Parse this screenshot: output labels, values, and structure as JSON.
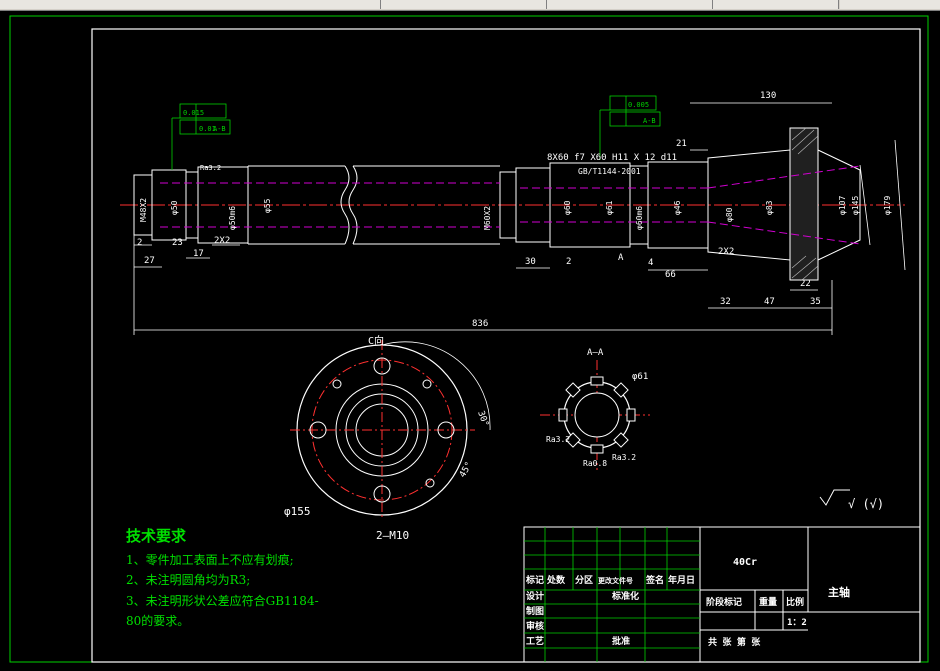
{
  "view_labels": {
    "c_view": "C向",
    "section_aa": "A—A",
    "section_letter": "A"
  },
  "dimensions": {
    "d130": "130",
    "d21": "21",
    "d836": "836",
    "d27": "27",
    "d17": "17",
    "d23": "23",
    "d2": "2",
    "d2b": "2",
    "d2x2a": "2X2",
    "d2x2b": "2X2",
    "d30": "30",
    "d4": "4",
    "d66": "66",
    "d32": "32",
    "d47": "47",
    "d35": "35",
    "d22": "22",
    "m48": "M48X2",
    "m60": "M60X2",
    "phi50": "φ50",
    "phi55": "φ55",
    "phi50m6": "φ50m6",
    "phi60": "φ60",
    "phi61": "φ61",
    "phi60m6": "φ60m6",
    "phi46": "φ46",
    "phi80": "φ80",
    "phi83": "φ83",
    "phi107": "φ107",
    "phi145": "φ145",
    "phi179": "φ179",
    "phi155": "φ155",
    "phi61b": "φ61",
    "m10": "2—M10",
    "ang30": "30°",
    "ang45": "45°",
    "spline": "8X60 f7 X60 H11 X 12 d11",
    "spline_std": "GB/T1144-2001",
    "tol1": "0.015",
    "tol2": "0.01",
    "tol3": "A-B",
    "tol4": "0.005",
    "tol5": "A-B",
    "ra32": "Ra3.2",
    "ra08": "Ra0.8",
    "ra32b": "Ra3.2",
    "ra32c": "Ra3.2"
  },
  "surface_note": "√ (√)",
  "tech_req": {
    "title": "技术要求",
    "items": [
      "1、零件加工表面上不应有划痕;",
      "2、未注明圆角均为R3;",
      "3、未注明形状公差应符合GB1184-80的要求。"
    ]
  },
  "title_block": {
    "material": "40Cr",
    "part_name": "主轴",
    "row_labels": [
      "标记",
      "处数",
      "分区",
      "更改文件号",
      "签名",
      "年月日"
    ],
    "design": "设计",
    "standardization": "标准化",
    "drawing": "制图",
    "review": "审核",
    "process": "工艺",
    "approve": "批准",
    "stage_mark": "阶段标记",
    "weight": "重量",
    "scale_label": "比例",
    "scale": "1：2",
    "sheets": "共  张  第  张"
  }
}
